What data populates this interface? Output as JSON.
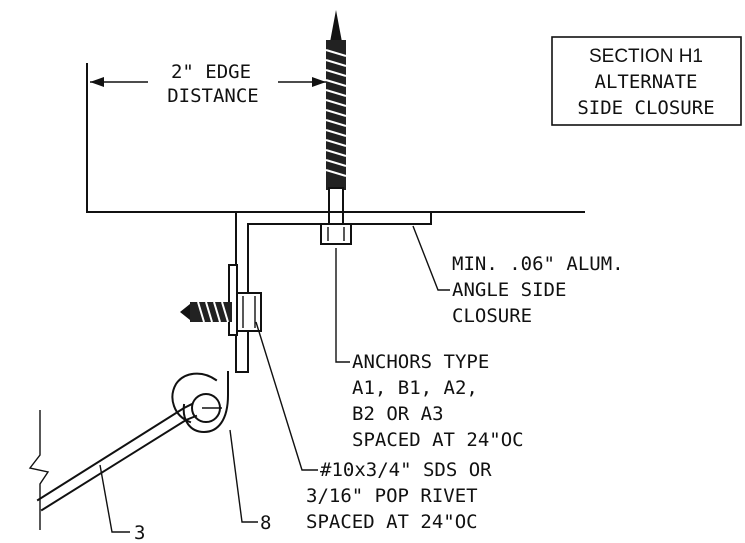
{
  "title_block": {
    "line1": "SECTION H1",
    "line2": "ALTERNATE",
    "line3": "SIDE CLOSURE"
  },
  "dimension": {
    "line1": "2\" EDGE",
    "line2": "DISTANCE"
  },
  "callouts": {
    "angle": [
      "MIN. .06\" ALUM.",
      "ANGLE SIDE",
      "CLOSURE"
    ],
    "anchors": [
      "ANCHORS TYPE",
      "A1, B1, A2,",
      "B2 OR A3",
      "SPACED AT 24\"OC"
    ],
    "fastener": [
      "#10x3/4\" SDS OR",
      "3/16\" POP RIVET",
      "SPACED AT 24\"OC"
    ],
    "panel_ref": "3",
    "clip_ref": "8"
  }
}
